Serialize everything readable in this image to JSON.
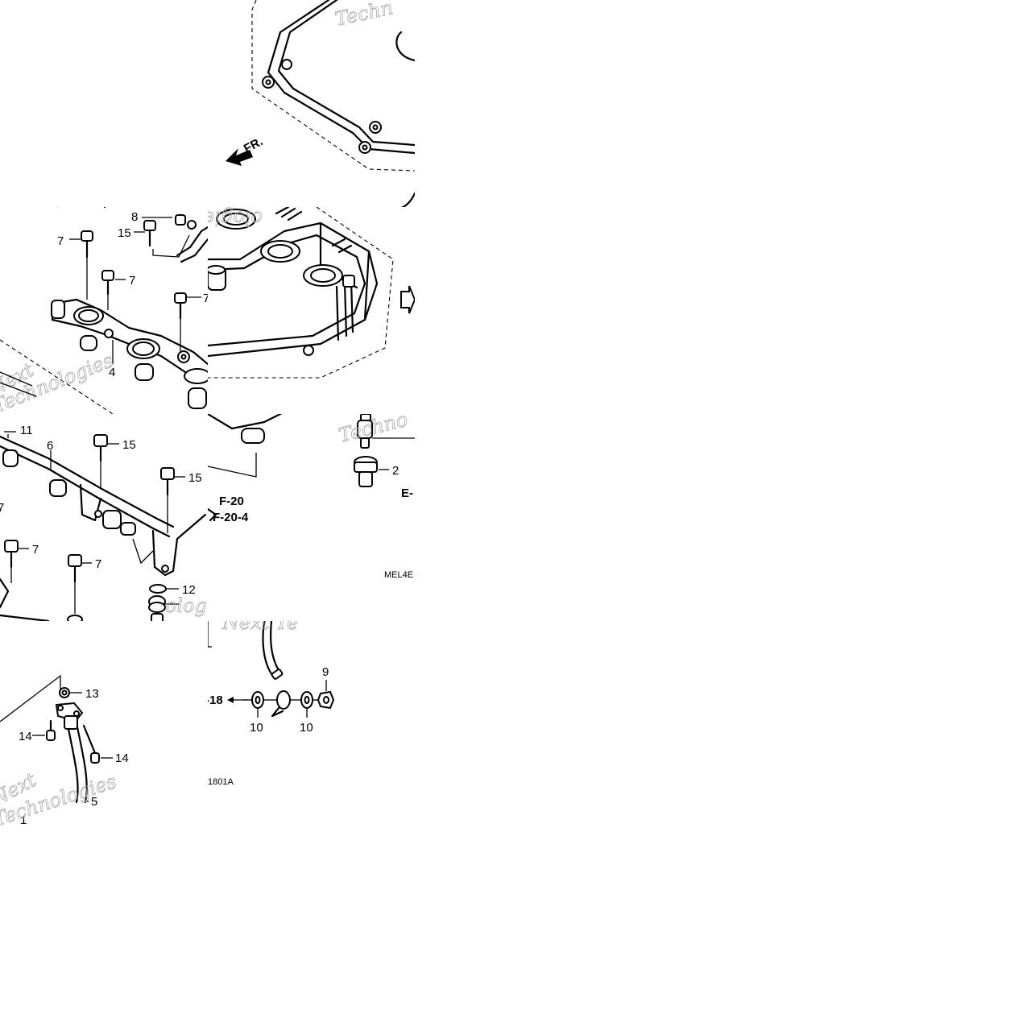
{
  "diagram": {
    "labels": [
      "1",
      "2",
      "4",
      "5",
      "6",
      "7",
      "7",
      "7",
      "7",
      "7",
      "7",
      "8",
      "9",
      "10",
      "10",
      "11",
      "12",
      "13",
      "14",
      "14",
      "15",
      "15",
      "15"
    ],
    "refs": {
      "f20": "F-20",
      "f204": "F-20-4",
      "e": "E-",
      "arrow18": "-18"
    },
    "front_label": "FR.",
    "codes": {
      "top": "MEL4E",
      "bottom": "1801A"
    },
    "watermarks": [
      "Techn",
      "Next",
      "Technologies",
      "Techno",
      "Next",
      "Technologies",
      "Next Te",
      "ologies",
      "ologies",
      "Next",
      "Technologies"
    ]
  }
}
